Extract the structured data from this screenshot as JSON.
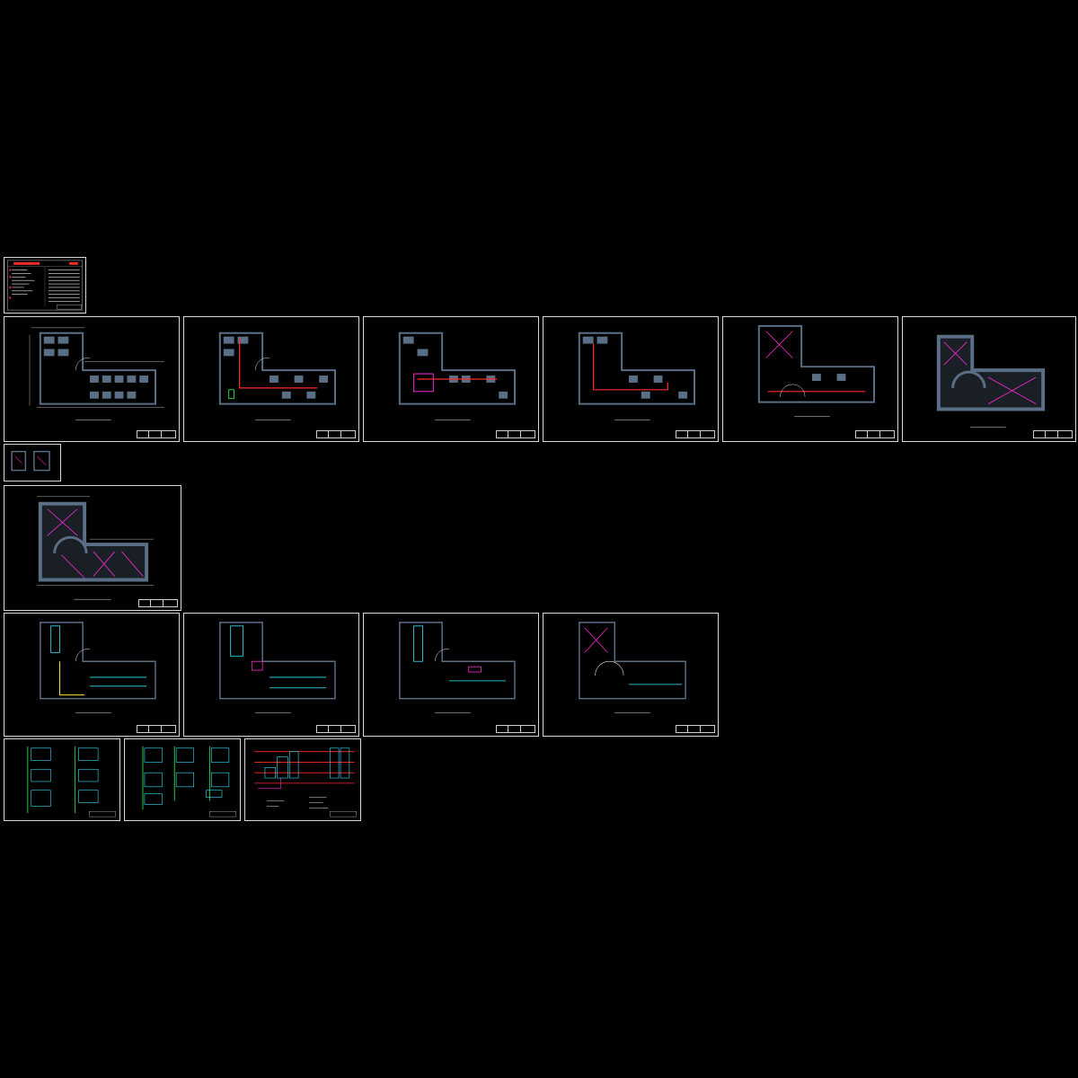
{
  "drawing_set": {
    "background": "#000000",
    "frame_color": "#d8d8d8",
    "accent_colors": {
      "wall": "#5a6f86",
      "circuit_red": "#ff2a2a",
      "circuit_magenta": "#ff2bd6",
      "circuit_cyan": "#33e8ff",
      "circuit_green": "#2bff5a",
      "circuit_yellow": "#ffe23b",
      "dimension_white": "#e6e6e6"
    },
    "rows": [
      {
        "row": "cover",
        "sheets": [
          "cover-index"
        ]
      },
      {
        "row": "power-plans",
        "sheets": [
          "plan-1",
          "plan-2",
          "plan-3",
          "plan-4",
          "plan-5",
          "plan-6"
        ]
      },
      {
        "row": "details",
        "sheets": [
          "detail-small"
        ]
      },
      {
        "row": "roof",
        "sheets": [
          "roof-plan"
        ]
      },
      {
        "row": "lighting-plans",
        "sheets": [
          "light-1",
          "light-2",
          "light-3",
          "light-4"
        ]
      },
      {
        "row": "schematics",
        "sheets": [
          "riser-1",
          "riser-2",
          "system-diagram"
        ]
      }
    ]
  }
}
